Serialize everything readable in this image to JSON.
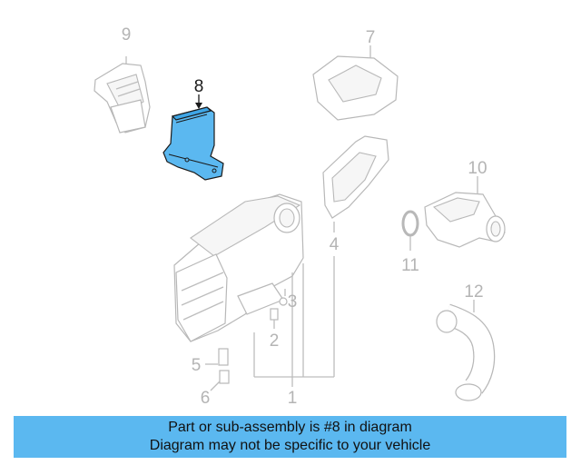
{
  "diagram": {
    "highlight_color": "#5bb8f0",
    "highlighted_part": "8",
    "callouts": {
      "p1": "1",
      "p2": "2",
      "p3": "3",
      "p4": "4",
      "p5": "5",
      "p6": "6",
      "p7": "7",
      "p8": "8",
      "p9": "9",
      "p10": "10",
      "p11": "11",
      "p12": "12"
    }
  },
  "caption": {
    "line1": "Part or sub-assembly is #8 in diagram",
    "line2": "Diagram may not be specific to your vehicle"
  }
}
